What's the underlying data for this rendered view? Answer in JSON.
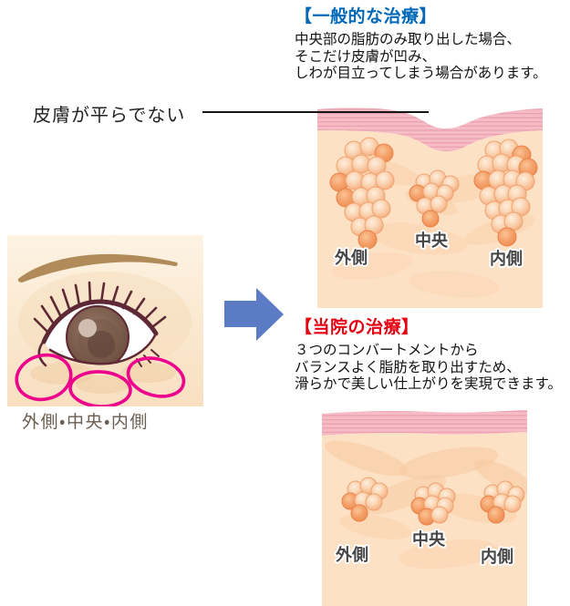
{
  "general_treatment": {
    "heading": "【一般的な治療】",
    "line1": "中央部の脂肪のみ取り出した場合、",
    "line2": "そこだけ皮膚が凹み、",
    "line3": "しわが目立ってしまう場合があります。"
  },
  "clinic_treatment": {
    "heading": "【当院の治療】",
    "line1": "３つのコンバートメントから",
    "line2": "バランスよく脂肪を取り出すため、",
    "line3": "滑らかで美しい仕上がりを実現できます。"
  },
  "callout": {
    "label": "皮膚が平らでない"
  },
  "eye_figure": {
    "caption": "外側・中央・内側"
  },
  "compartment_labels": {
    "outer": "外側",
    "center": "中央",
    "inner": "内側"
  },
  "colors": {
    "heading_blue": "#0068b7",
    "heading_red": "#e60012",
    "body_text": "#111111",
    "arrow_blue": "#5b7cc4",
    "ellipse_pink": "#ec008c",
    "caption_text": "#6b5e51",
    "skin_band_pink": "#f6bcc6",
    "skin_band_stripe": "#eb9fae",
    "flesh_peach": "#fde1c4"
  }
}
